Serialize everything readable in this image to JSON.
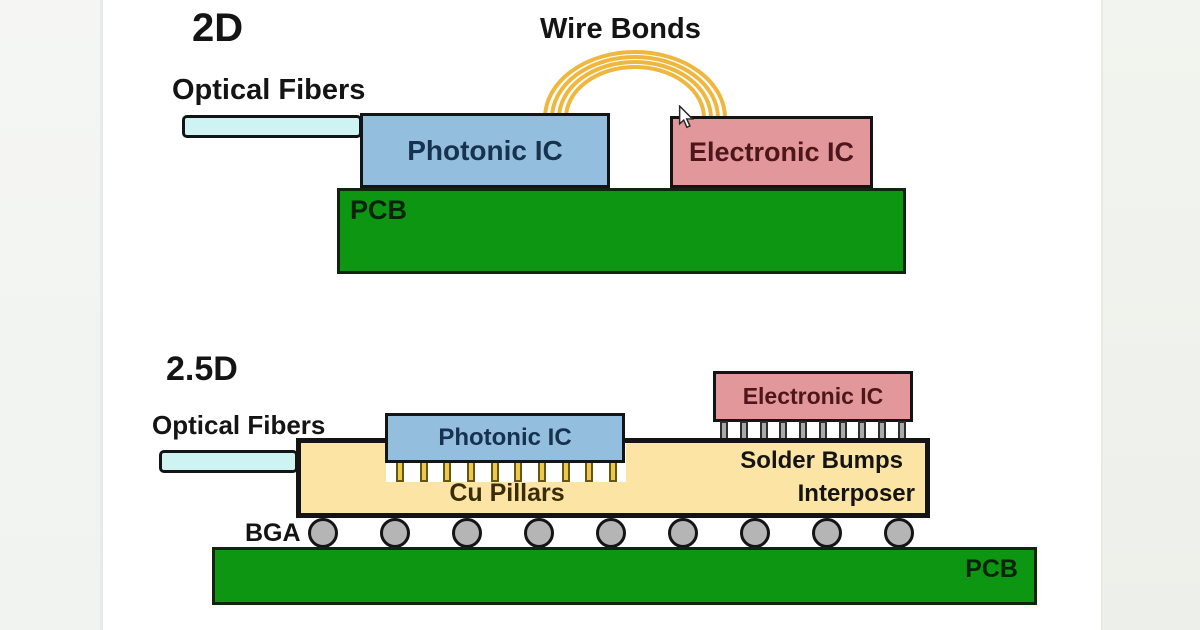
{
  "colors": {
    "pcb_green": "#0d9612",
    "photonic_blue": "#93bede",
    "electronic_pink": "#e2989b",
    "fiber_cyan": "#cdf4f3",
    "interposer_yellow": "#fce4a4",
    "wire_gold": "#f0b73e",
    "pillar_gold": "#eac94f",
    "bump_gray": "#a9a9a9",
    "bga_gray": "#b5b5b5"
  },
  "diagram_2d": {
    "title": "2D",
    "optical_fibers_label": "Optical Fibers",
    "wire_bonds_label": "Wire Bonds",
    "photonic_ic_label": "Photonic IC",
    "electronic_ic_label": "Electronic IC",
    "pcb_label": "PCB",
    "wire_bond_count": 4
  },
  "diagram_2_5d": {
    "title": "2.5D",
    "optical_fibers_label": "Optical Fibers",
    "photonic_ic_label": "Photonic IC",
    "electronic_ic_label": "Electronic IC",
    "cu_pillars_label": "Cu Pillars",
    "solder_bumps_label": "Solder Bumps",
    "interposer_label": "Interposer",
    "bga_label": "BGA",
    "pcb_label": "PCB",
    "cu_pillar_count": 10,
    "solder_bump_count": 10,
    "bga_ball_count": 9
  }
}
